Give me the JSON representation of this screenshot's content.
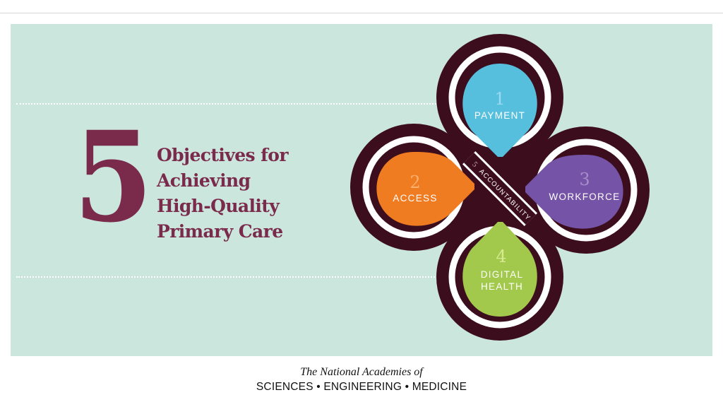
{
  "headline": {
    "number": "5",
    "lines": [
      "Objectives for",
      "Achieving",
      "High-Quality",
      "Primary Care"
    ]
  },
  "objectives": [
    {
      "number": "1",
      "label_lines": [
        "PAYMENT"
      ],
      "color": "#56bfde"
    },
    {
      "number": "2",
      "label_lines": [
        "ACCESS"
      ],
      "color": "#f07c22"
    },
    {
      "number": "3",
      "label_lines": [
        "WORKFORCE"
      ],
      "color": "#7553a6"
    },
    {
      "number": "4",
      "label_lines": [
        "DIGITAL",
        "HEALTH"
      ],
      "color": "#a2c94b"
    },
    {
      "number": "5",
      "label_lines": [
        "ACCOUNTABILITY"
      ],
      "color": "#3c0d1c"
    }
  ],
  "footer": {
    "line1": "The National Academies of",
    "line2": "SCIENCES • ENGINEERING • MEDICINE"
  },
  "colors": {
    "background": "#cbe6dd",
    "accent": "#7a2a4a",
    "ring": "#3c0d1c"
  }
}
